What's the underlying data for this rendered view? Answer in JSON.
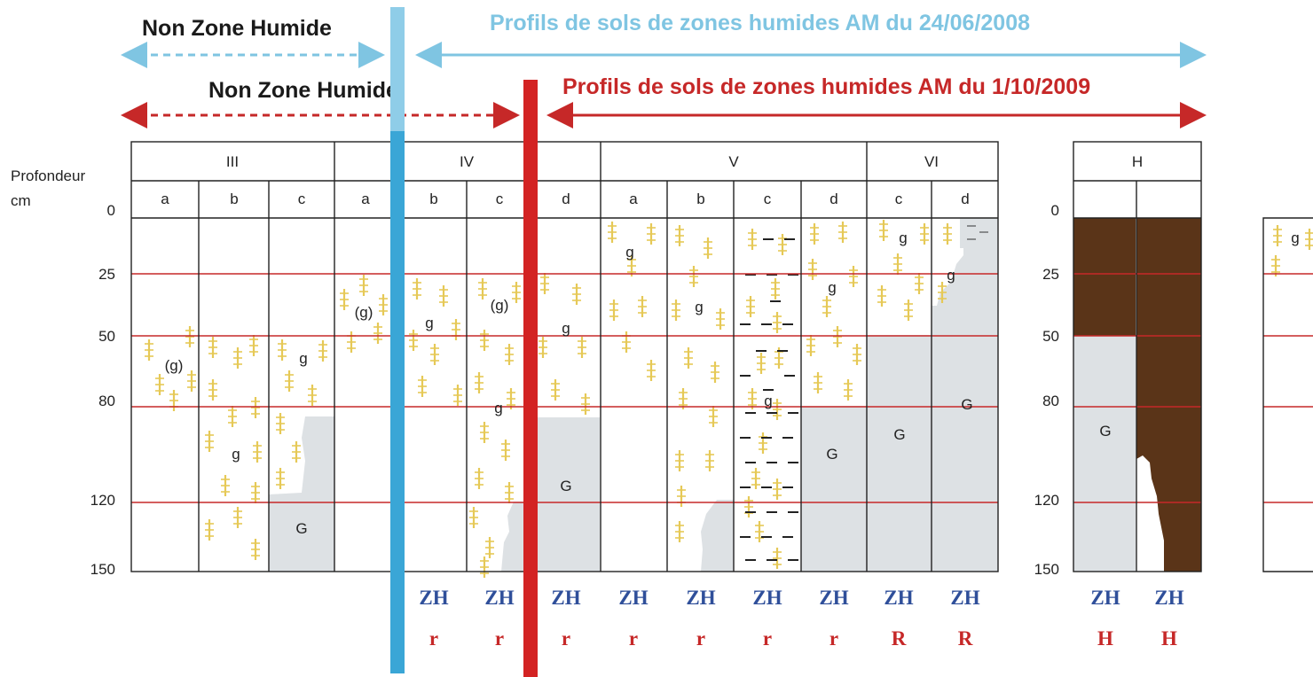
{
  "headers": {
    "non_zone_humide_top": "Non Zone Humide",
    "non_zone_humide_bottom": "Non Zone Humide",
    "blue_title": "Profils de sols de zones humides AM du 24/06/2008",
    "red_title": "Profils de sols de  zones humides AM du 1/10/2009"
  },
  "axis": {
    "label_line1": "Profondeur",
    "label_line2": "cm",
    "ticks": [
      "0",
      "25",
      "50",
      "80",
      "120",
      "150"
    ],
    "right_ticks": [
      "0",
      "25",
      "50",
      "80",
      "120",
      "150"
    ]
  },
  "classes": [
    "III",
    "IV",
    "V",
    "VI",
    "H"
  ],
  "subclasses": [
    "a",
    "b",
    "c",
    "a",
    "b",
    "c",
    "d",
    "a",
    "b",
    "c",
    "d",
    "c",
    "d"
  ],
  "h_subclasses": [
    "",
    ""
  ],
  "bottom_labels": {
    "zh": [
      "ZH",
      "ZH",
      "ZH",
      "ZH",
      "ZH",
      "ZH",
      "ZH",
      "ZH",
      "ZH",
      "ZH",
      "ZH"
    ],
    "class": [
      "r",
      "r",
      "r",
      "r",
      "r",
      "r",
      "r",
      "R",
      "R",
      "H",
      "H"
    ]
  },
  "marks": {
    "g": "g",
    "g_paren": "(g)",
    "G": "G"
  },
  "colors": {
    "blue_band": "#3aa6d6",
    "blue_light": "#8fcde8",
    "red_band": "#d32323",
    "depth_line": "#c62828",
    "gley": "#dde1e4",
    "peat": "#5a3418",
    "speck": "#e8cc5a"
  }
}
